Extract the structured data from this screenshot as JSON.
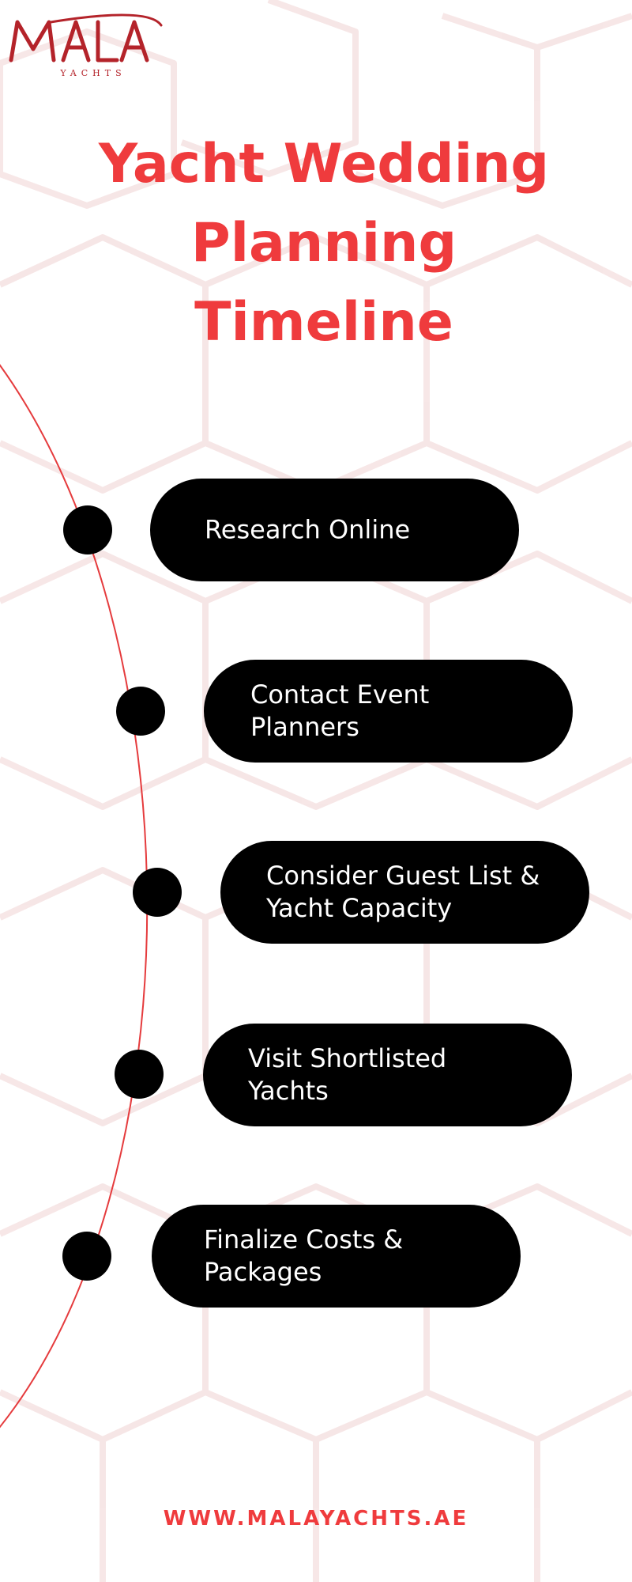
{
  "brand": {
    "name": "MALA",
    "subtitle": "YACHTS",
    "color": "#b4232a"
  },
  "page": {
    "title": "Yacht Wedding Planning Timeline",
    "title_lines": [
      "Yacht Wedding",
      "Planning",
      "Timeline"
    ],
    "accent_color": "#ef3b3d"
  },
  "timeline": {
    "steps": [
      {
        "label": "Research Online"
      },
      {
        "label": "Contact Event\nPlanners"
      },
      {
        "label": "Consider Guest List &\nYacht Capacity"
      },
      {
        "label": "Visit Shortlisted\nYachts"
      },
      {
        "label": "Finalize Costs &\nPackages"
      }
    ]
  },
  "footer": {
    "website": "WWW.MALAYACHTS.AE"
  }
}
